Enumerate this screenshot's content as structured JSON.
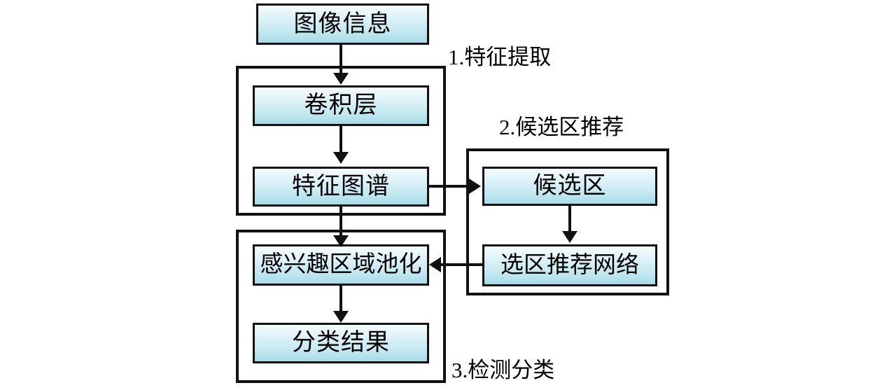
{
  "diagram": {
    "title_nodes": {
      "input": "图像信息",
      "conv_layer": "卷积层",
      "feature_map": "特征图谱",
      "candidate_region": "候选区",
      "region_proposal_network": "选区推荐网络",
      "roi_pooling": "感兴趣区域池化",
      "classification_result": "分类结果"
    },
    "stage_captions": {
      "stage1": "1.特征提取",
      "stage2": "2.候选区推荐",
      "stage3": "3.检测分类"
    },
    "colors": {
      "node_fill_top": "#f4fbfd",
      "node_fill_bottom": "#a6dbe8",
      "stroke": "#111111",
      "background": "#ffffff",
      "text": "#000000"
    }
  }
}
